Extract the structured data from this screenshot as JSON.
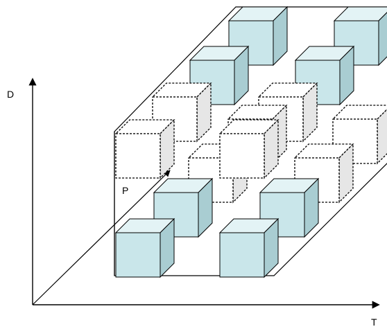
{
  "diagram": {
    "axes": {
      "vertical_label": "D",
      "horizontal_label": "T",
      "depth_label": "P"
    },
    "colors": {
      "solid_face": "#c9e6ea",
      "solid_side": "#a9cdd2",
      "solid_top": "#e3f3f5",
      "dashed_face": "#ffffff",
      "dashed_side": "#e6e6e6",
      "line": "#000000"
    },
    "cube_style_names": [
      "solid",
      "dashed"
    ]
  }
}
